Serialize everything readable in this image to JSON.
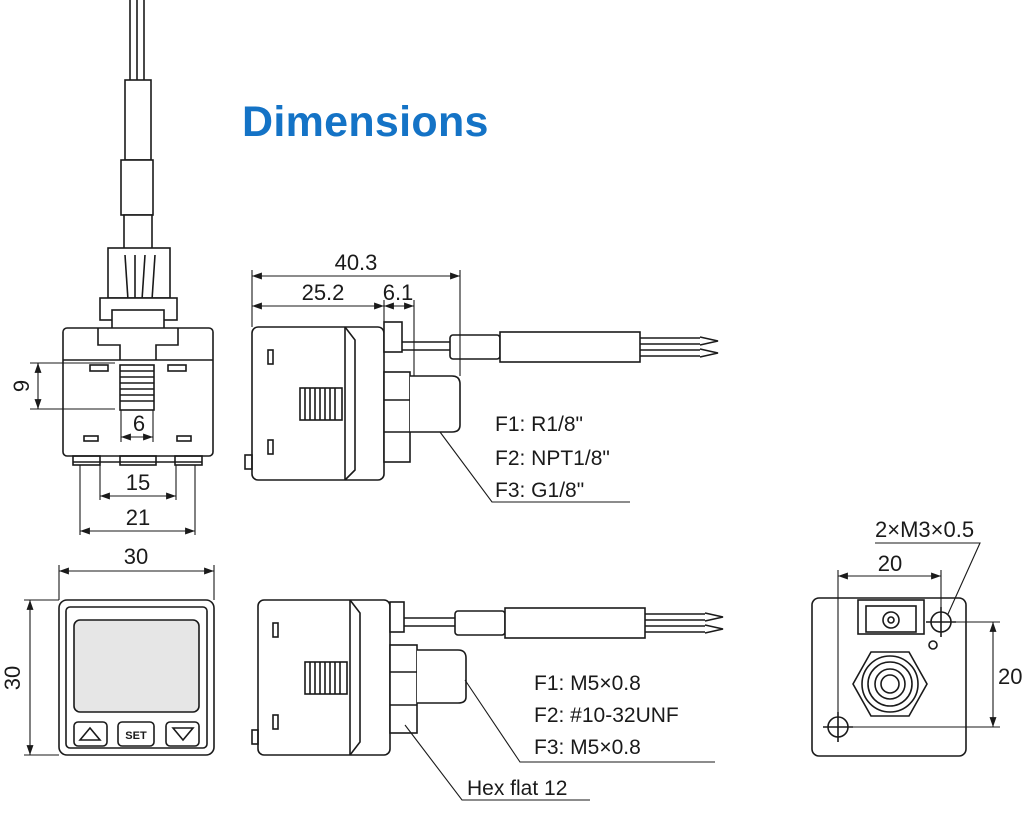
{
  "title": "Dimensions",
  "dimensions": {
    "overall_length": "40.3",
    "body_length": "25.2",
    "port_offset": "6.1",
    "pitch_9": "9",
    "pitch_6": "6",
    "width_15": "15",
    "width_21": "21",
    "width_30": "30",
    "height_30": "30",
    "mount_pitch_h": "20",
    "mount_pitch_v": "20"
  },
  "thread_set_upper": [
    "F1: R1/8\"",
    "F2: NPT1/8\"",
    "F3: G1/8\""
  ],
  "thread_set_lower": [
    "F1: M5×0.8",
    "F2: #10-32UNF",
    "F3: M5×0.8"
  ],
  "mount_holes": "2×M3×0.5",
  "hex_flat": "Hex flat 12",
  "buttons": {
    "up": "up-arrow",
    "set": "SET",
    "down": "down-arrow"
  },
  "colors": {
    "title": "#1473c6",
    "line": "#1a1a1a",
    "body": "#ffffff",
    "shade": "#e6e6e6"
  }
}
